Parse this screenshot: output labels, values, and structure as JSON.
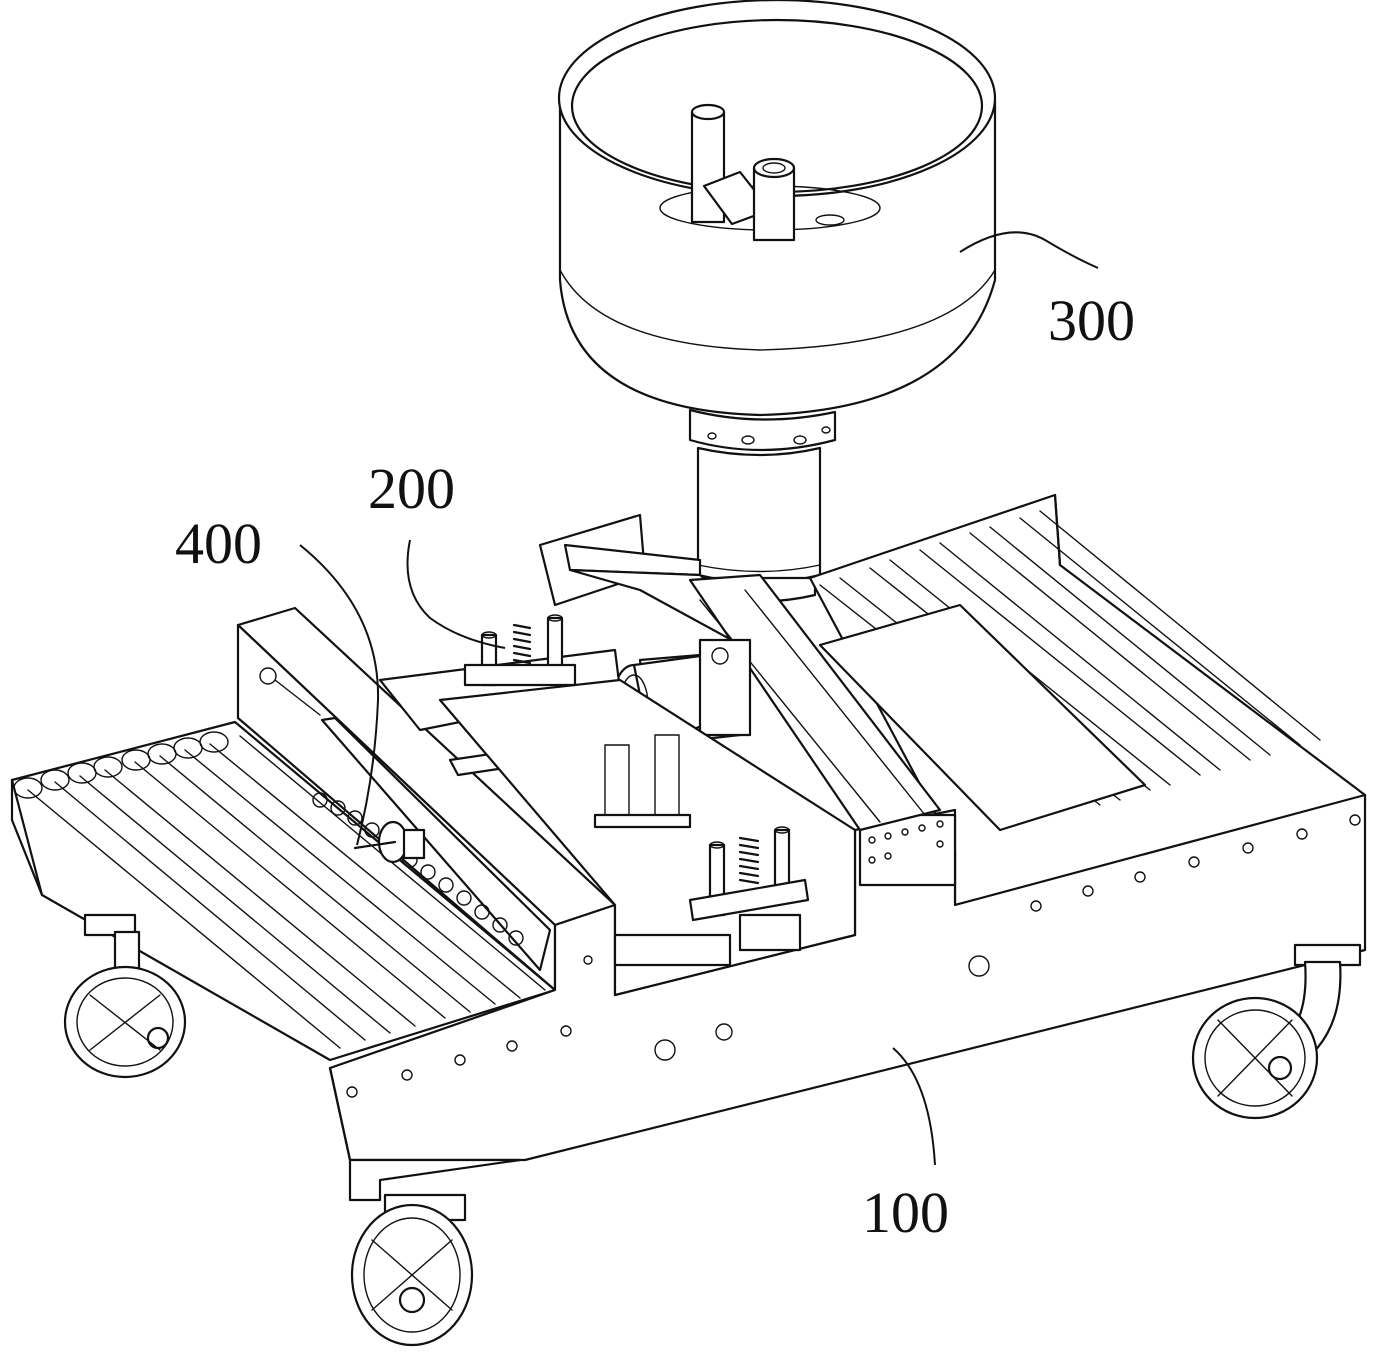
{
  "figure": {
    "labels": [
      {
        "id": "ref-300",
        "text": "300"
      },
      {
        "id": "ref-200",
        "text": "200"
      },
      {
        "id": "ref-400",
        "text": "400"
      },
      {
        "id": "ref-100",
        "text": "100"
      }
    ]
  }
}
